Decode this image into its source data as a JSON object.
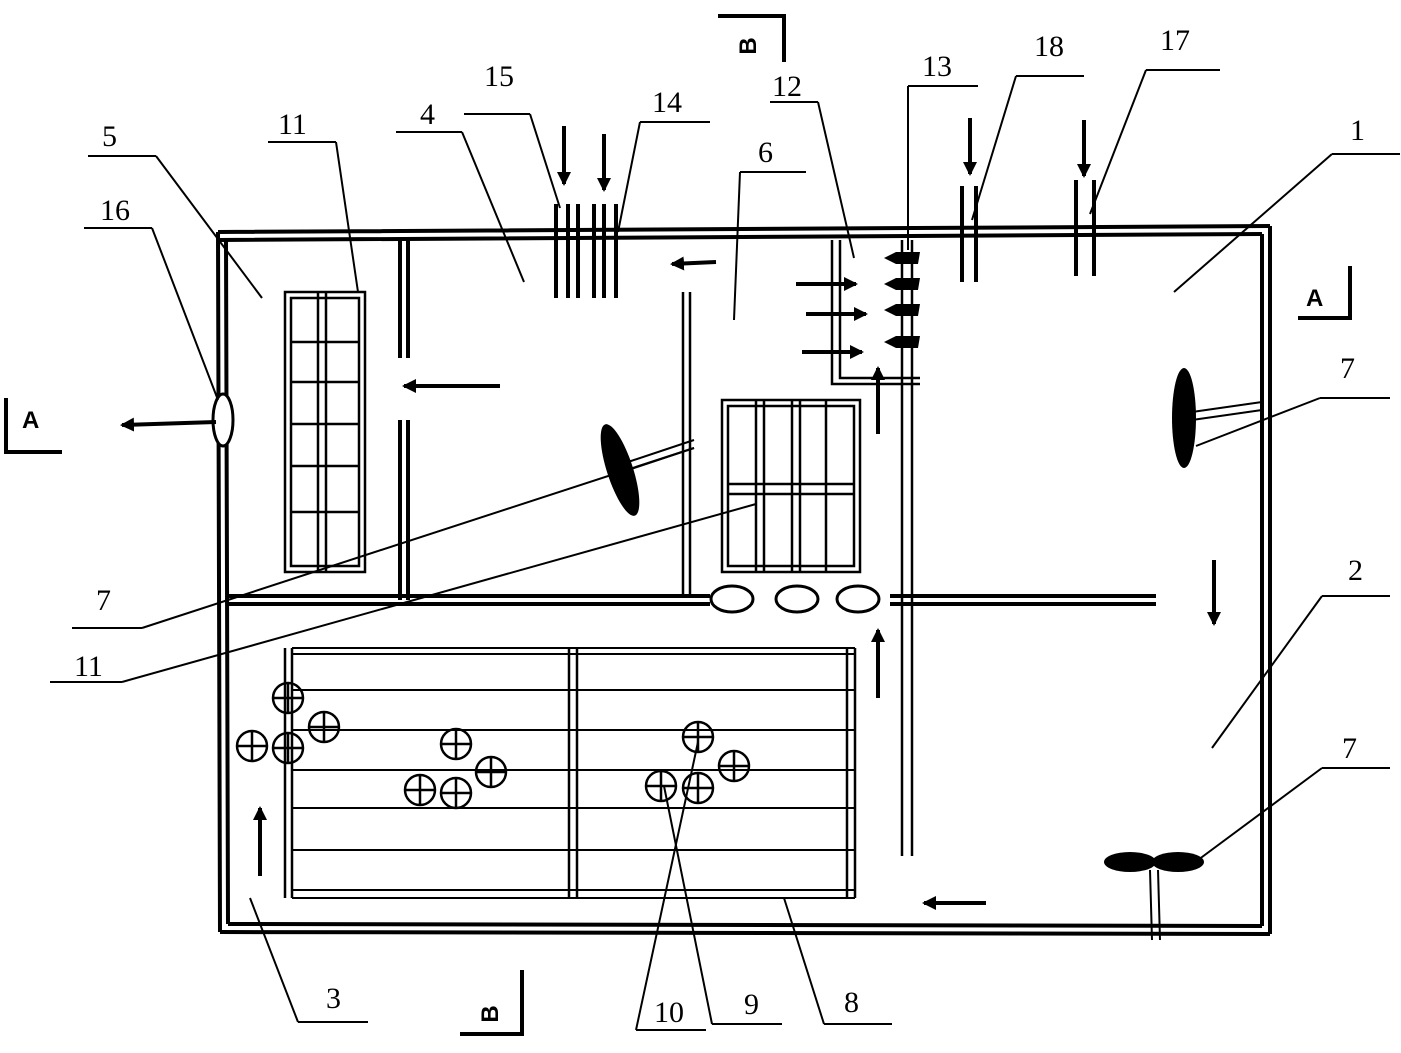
{
  "labels": {
    "n1": "1",
    "n2": "2",
    "n3": "3",
    "n4": "4",
    "n5": "5",
    "n6": "6",
    "n7a": "7",
    "n7b": "7",
    "n7c": "7",
    "n8": "8",
    "n9": "9",
    "n10": "10",
    "n11a": "11",
    "n11b": "11",
    "n12": "12",
    "n13": "13",
    "n14": "14",
    "n15": "15",
    "n16": "16",
    "n17": "17",
    "n18": "18"
  },
  "sections": {
    "a_left": "A",
    "a_right": "A",
    "b_top": "B",
    "b_bottom": "B"
  },
  "colors": {
    "line": "#000000",
    "background": "#ffffff"
  }
}
